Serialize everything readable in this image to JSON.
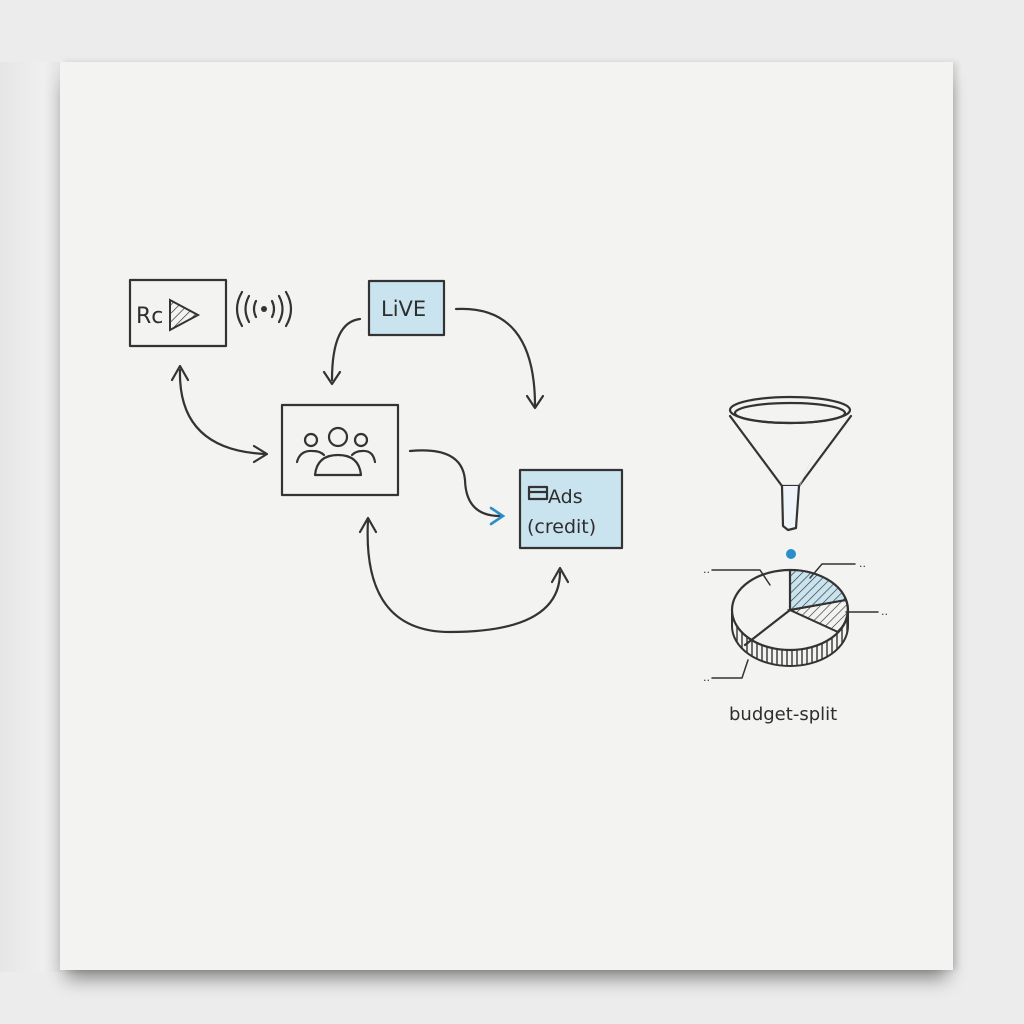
{
  "nodes": {
    "record": {
      "label": "Rc",
      "icon": "play-triangle-icon",
      "companion_icon": "broadcast-signal-icon"
    },
    "live": {
      "label": "LiVE",
      "fill": "#c9e4ef"
    },
    "audience": {
      "icon": "group-users-icon"
    },
    "ads": {
      "line1": "Ads",
      "line2": "(credit)",
      "icon": "credit-card-icon",
      "fill": "#c9e4ef"
    }
  },
  "edges": [
    {
      "from": "record",
      "to": "audience",
      "type": "bidirectional"
    },
    {
      "from": "live",
      "to": "audience",
      "type": "arrow"
    },
    {
      "from": "live",
      "to": "ads",
      "type": "arrow"
    },
    {
      "from": "audience",
      "to": "ads",
      "type": "arrow",
      "color": "#2a8fc9"
    },
    {
      "from": "ads",
      "to": "audience",
      "type": "bidirectional"
    }
  ],
  "funnel": {
    "icon": "funnel-icon",
    "drop_color": "#2a8fc9"
  },
  "pie": {
    "caption": "budget-split",
    "slice_labels": [
      "..",
      "..",
      "..",
      ".."
    ],
    "highlight_color": "#c9e4ef"
  },
  "colors": {
    "ink": "#333333",
    "accent_blue": "#2a8fc9",
    "box_fill": "#c9e4ef",
    "paper": "#f3f3f2"
  }
}
